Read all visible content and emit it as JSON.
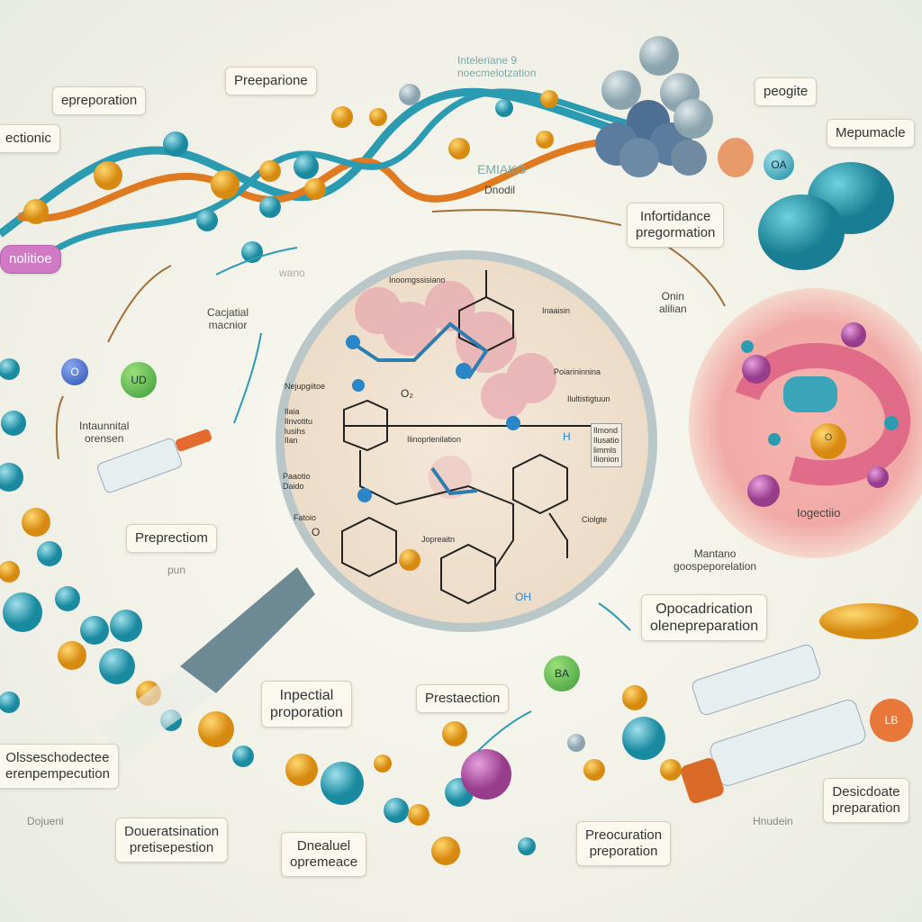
{
  "labels": {
    "epreporation": "epreporation",
    "preparione": "Preeparione",
    "ectionic": "ectionic",
    "peogite": "peogite",
    "mepumacle": "Mepumacle",
    "infortance": "Infortidance\npregormation",
    "preprectiom": "Preprectiom",
    "opocadrication": "Opocadrication\nolenepreparation",
    "inpectial": "Inpectial\nproporation",
    "prestaection": "Prestaection",
    "olsseschodectee": "Olsseschodectee\nerenpempecution",
    "doueratsination": "Doueratsination\npretisepestion",
    "dnealuel": "Dnealuel\nopremeace",
    "preocuration": "Preocuration\npreporation",
    "desicdoate": "Desicdoate\npreparation",
    "nolitioe": "nolitioe"
  },
  "plain_text": {
    "interoduce": "Inteleriane 9\nnoecmelotzation",
    "emiake": "EMIAKG",
    "dnodil": "Dnodil",
    "cacjatial": "Cacjatial\nmacnior",
    "intaunnital": "Intaunnital\norensen",
    "onin": "Onin\nalilian",
    "mantano": "Mantano\ngoospeporelation",
    "iogectiio": "Iogectiio",
    "dojueni": "Dojueni",
    "hnudein": "Hnudein",
    "pun": "pun",
    "wano": "wano"
  },
  "lens_text": {
    "top": "Inoomgssisiano",
    "right1": "Inaaisin",
    "right2": "Poiarininnina",
    "right3": "Ilultistigtuun",
    "left1": "Nejupgiitoe",
    "left2": "Ilaia\nIlnvotitu\nlusihs\nIlan",
    "center": "Ilinoprlenilation",
    "left3": "Paaotio\nDaido",
    "left4": "Fatoio",
    "bottom": "Jopreaitn",
    "right4": "Ciolgte",
    "box": "Ilmond\nIlusatio\nlimmls\nIlionion",
    "atom_o": "O",
    "atom_h": "H",
    "atom_oh": "OH",
    "atom_co": "O₂"
  },
  "badges": {
    "ud": "UD",
    "o": "O",
    "ba": "BA",
    "lb": "LB",
    "oa": "OA",
    "ob": "O"
  },
  "colors": {
    "teal": "#2a9bb0",
    "orange": "#e8a020",
    "pink": "#e8a9b0",
    "purple": "#b04fa5",
    "lens_bg": "#f2e4d4"
  }
}
